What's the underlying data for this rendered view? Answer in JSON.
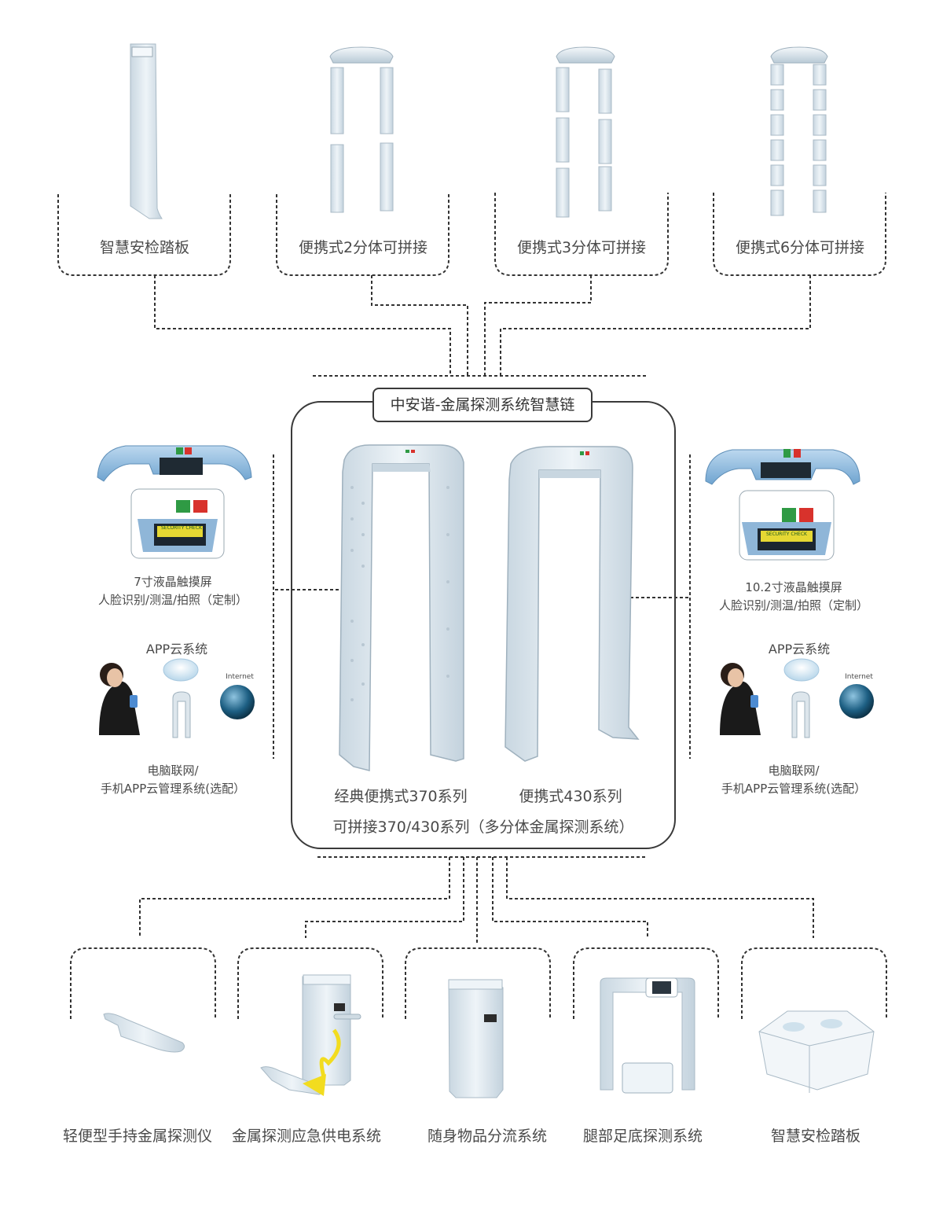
{
  "top_products": [
    {
      "label": "智慧安检踏板"
    },
    {
      "label": "便携式2分体可拼接"
    },
    {
      "label": "便携式3分体可拼接"
    },
    {
      "label": "便携式6分体可拼接"
    }
  ],
  "center": {
    "title": "中安谐-金属探测系统智慧链",
    "left_model": "经典便携式370系列",
    "right_model": "便携式430系列",
    "subtitle": "可拼接370/430系列（多分体金属探测系统）"
  },
  "left_panel": {
    "screen_line1": "7寸液晶触摸屏",
    "screen_line2": "人脸识别/测温/拍照（定制）",
    "app_title": "APP云系统",
    "internet": "Internet",
    "mgmt_line1": "电脑联网/",
    "mgmt_line2": "手机APP云管理系统(选配）"
  },
  "right_panel": {
    "screen_line1": "10.2寸液晶触摸屏",
    "screen_line2": "人脸识别/测温/拍照（定制）",
    "app_title": "APP云系统",
    "internet": "Internet",
    "mgmt_line1": "电脑联网/",
    "mgmt_line2": "手机APP云管理系统(选配）"
  },
  "screen_badge": "SECURITY CHECK",
  "bottom_products": [
    {
      "label": "轻便型手持金属探测仪"
    },
    {
      "label": "金属探测应急供电系统"
    },
    {
      "label": "随身物品分流系统"
    },
    {
      "label": "腿部足底探测系统"
    },
    {
      "label": "智慧安检踏板"
    }
  ],
  "colors": {
    "line": "#333333",
    "device": "#dfe9f0",
    "device_edge": "#b7c6d1",
    "accent_green": "#2f9a44",
    "accent_red": "#d8322c",
    "arrow_yellow": "#f2dc1f"
  }
}
